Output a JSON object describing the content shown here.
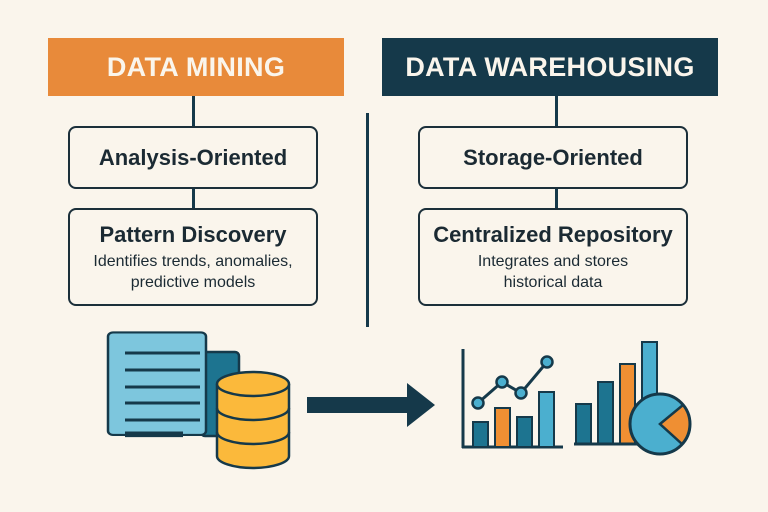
{
  "colors": {
    "background": "#faf5ec",
    "mining_accent": "#e88a3a",
    "warehouse_accent": "#15394a",
    "outline": "#1b2f3a",
    "light_blue": "#7dc6dd",
    "mid_blue": "#1d7490",
    "sky_blue": "#4bafcf",
    "yellow": "#fbb93b",
    "orange": "#ef8f33"
  },
  "left_column": {
    "header": "DATA MINING",
    "box1": {
      "title": "Analysis-Oriented"
    },
    "box2": {
      "title": "Pattern Discovery",
      "line1": "Identifies trends, anomalies,",
      "line2": "predictive models"
    }
  },
  "right_column": {
    "header": "DATA WAREHOUSING",
    "box1": {
      "title": "Storage-Oriented"
    },
    "box2": {
      "title": "Centralized Repository",
      "line1": "Integrates and stores",
      "line2": "historical data"
    }
  },
  "illustrations": {
    "left": [
      "document-icon",
      "database-icon"
    ],
    "arrow": "arrow-right-icon",
    "right": [
      "line-bar-chart-icon",
      "bar-pie-chart-icon"
    ]
  }
}
